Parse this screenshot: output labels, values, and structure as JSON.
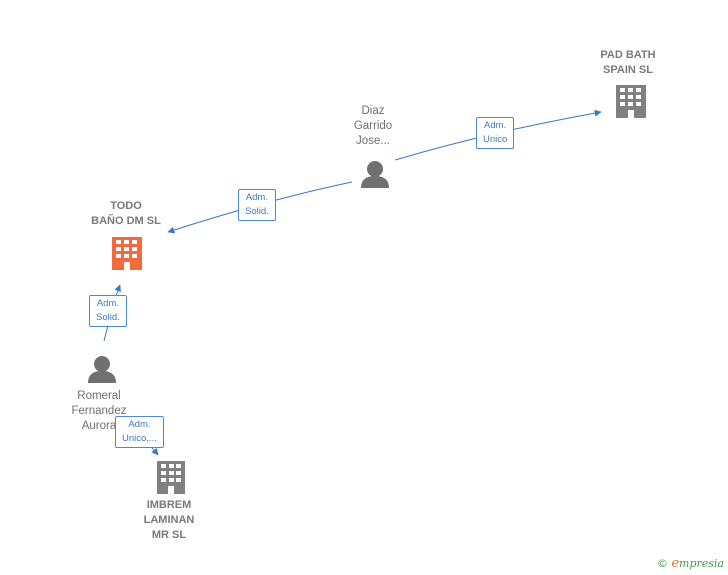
{
  "nodes": {
    "pad_bath": {
      "lines": [
        "PAD BATH",
        "SPAIN  SL"
      ],
      "type": "company"
    },
    "diaz": {
      "lines": [
        "Diaz",
        "Garrido",
        "Jose..."
      ],
      "type": "person"
    },
    "todo_bano": {
      "lines": [
        "TODO",
        "BAÑO DM  SL"
      ],
      "type": "company",
      "highlight": true
    },
    "romeral": {
      "lines": [
        "Romeral",
        "Fernandez",
        "Aurora"
      ],
      "type": "person"
    },
    "imbrem": {
      "lines": [
        "IMBREM",
        "LAMINAN",
        "MR  SL"
      ],
      "type": "company"
    }
  },
  "edges": {
    "diaz_pad": {
      "lines": [
        "Adm.",
        "Unico"
      ]
    },
    "diaz_todo": {
      "lines": [
        "Adm.",
        "Solid."
      ]
    },
    "romeral_todo": {
      "lines": [
        "Adm.",
        "Solid."
      ]
    },
    "romeral_imbrem": {
      "lines": [
        "Adm.",
        "Unico,..."
      ]
    }
  },
  "footer": {
    "copyright": "©",
    "brand_initial": "e",
    "brand_rest": "mpresia"
  },
  "colors": {
    "edge": "#3b78c4",
    "company_icon": "#808080",
    "highlight_icon": "#f26a3d",
    "person_icon": "#707070"
  }
}
